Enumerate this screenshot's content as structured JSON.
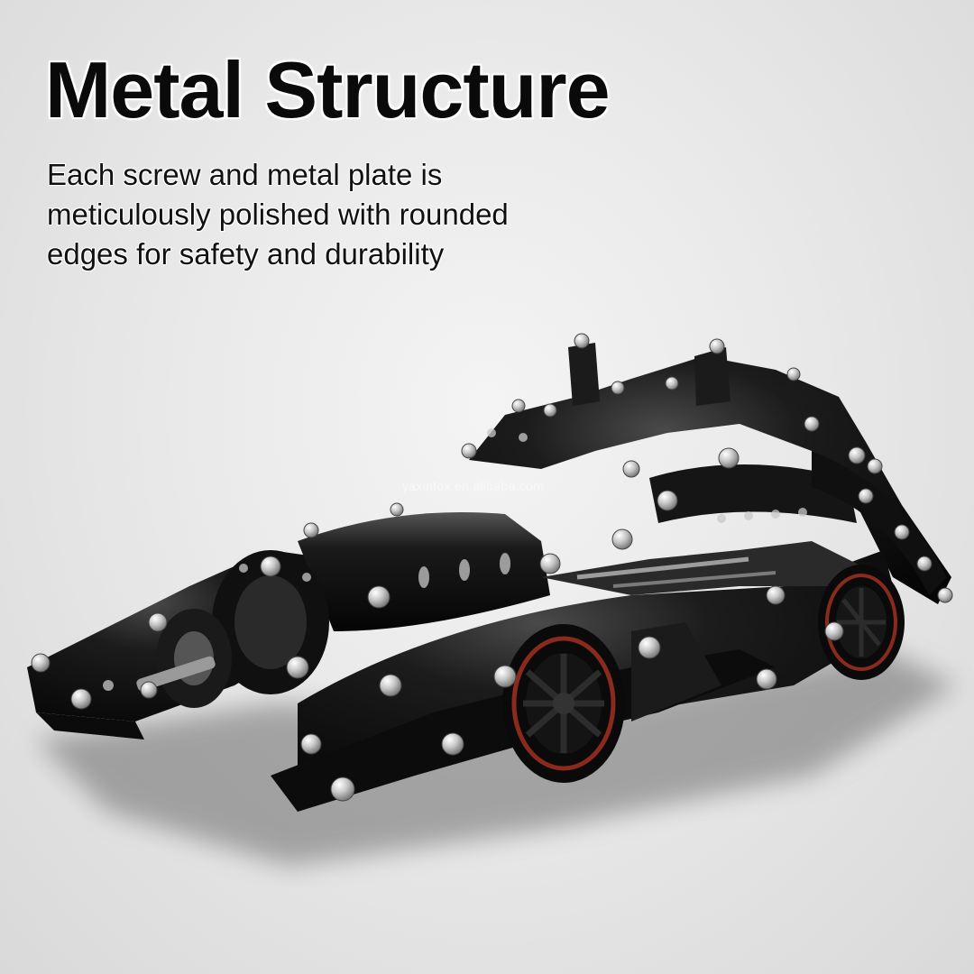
{
  "headline": "Metal Structure",
  "description": {
    "line1": "Each screw and metal plate is",
    "line2": "meticulously polished with rounded",
    "line3": "edges for safety and durability"
  },
  "watermark": "yaxinfox.en.alibaba.com",
  "colors": {
    "background": "#e9e9e9",
    "metal_black": "#141414",
    "bolt_silver": "#c9c9c9",
    "wheel_rim_red": "#8a2a1c"
  }
}
